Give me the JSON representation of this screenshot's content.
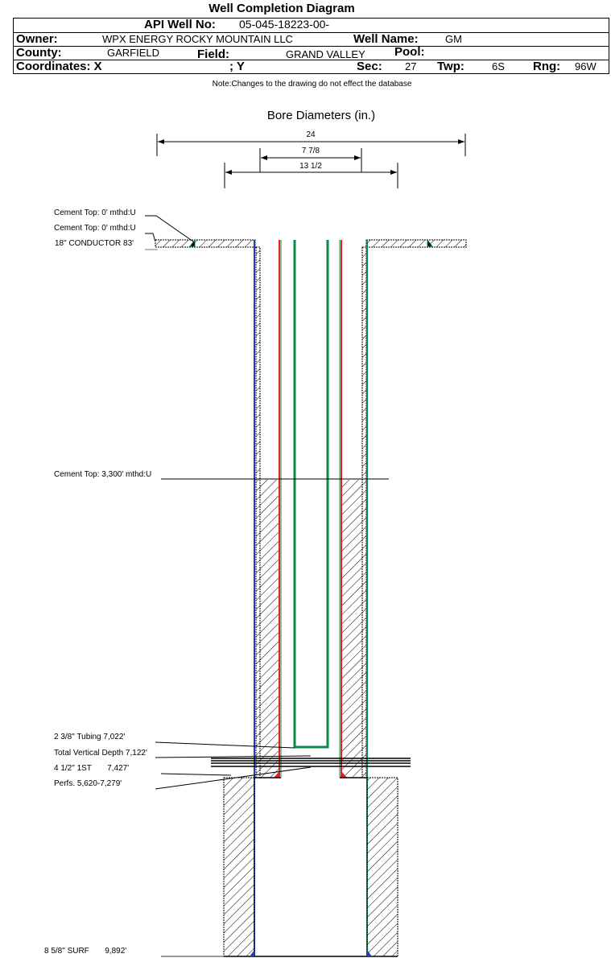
{
  "title": "Well Completion Diagram",
  "header": {
    "api_label": "API Well No:",
    "api_value": "05-045-18223-00-",
    "owner_label": "Owner:",
    "owner_value": "WPX ENERGY ROCKY MOUNTAIN LLC",
    "well_name_label": "Well Name:",
    "well_name_value": "GM",
    "county_label": "County:",
    "county_value": "GARFIELD",
    "field_label": "Field:",
    "field_value": "GRAND VALLEY",
    "pool_label": "Pool:",
    "coord_x_label": "Coordinates: X",
    "coord_y_label": "; Y",
    "sec_label": "Sec:",
    "sec_value": "27",
    "twp_label": "Twp:",
    "twp_value": "6S",
    "rng_label": "Rng:",
    "rng_value": "96W"
  },
  "note": "Note:Changes to the drawing do not effect the database",
  "diagram": {
    "bore_title": "Bore Diameters (in.)",
    "dimensions": [
      "24",
      "7 7/8",
      "13 1/2"
    ],
    "labels": {
      "cement_top_1": "Cement Top: 0' mthd:U",
      "cement_top_2": "Cement Top: 0' mthd:U",
      "conductor": "18\" CONDUCTOR  83'",
      "cement_top_3": "Cement Top: 3,300' mthd:U",
      "tubing": "2 3/8\" Tubing 7,022'",
      "tvd": "Total Vertical Depth 7,122'",
      "production": "4 1/2\" 1ST       7,427'",
      "perfs": "Perfs. 5,620-7,279'",
      "surface": "8 5/8\" SURF       9,892'"
    },
    "colors": {
      "casing_blue": "#1f3fbf",
      "casing_red": "#ee1c1c",
      "tubing_green": "#0a8a4a"
    }
  }
}
